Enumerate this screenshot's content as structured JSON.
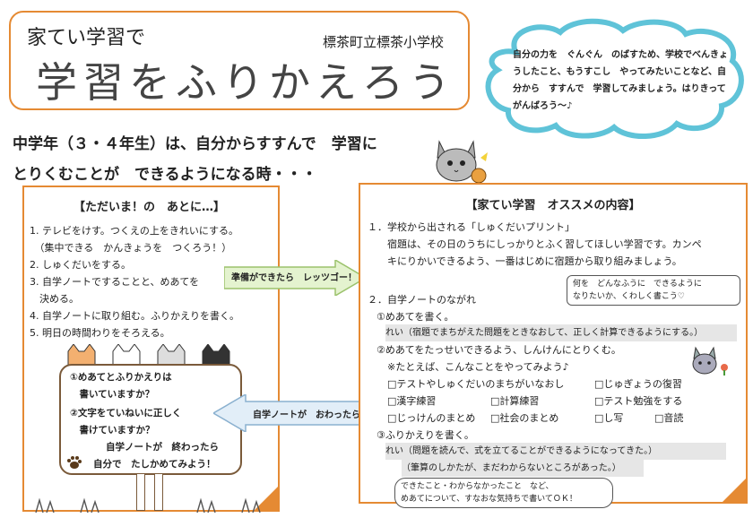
{
  "title": {
    "sub": "家てい学習で",
    "school": "標茶町立標茶小学校",
    "main": "学習をふりかえろう"
  },
  "cloud_text": "自分の力を　ぐんぐん　のばすため、学校でべんきょうしたこと、もうすこし　やってみたいことなど、自分から　すすんで　学習してみましょう。はりきって　がんばろう～♪",
  "headline": {
    "line1": "中学年（３・４年生）は、自分からすすんで　学習に",
    "line2": "とりくむことが　できるようになる時・・・"
  },
  "left": {
    "title": "【ただいま！の　あとに…】",
    "items": [
      "1. テレビをけす。つくえの上をきれいにする。",
      "　（集中できる　かんきょうを　つくろう！）",
      "2. しゅくだいをする。",
      "3. 自学ノートですることと、めあてを",
      "　決める。",
      "4. 自学ノートに取り組む。ふりかえりを書く。",
      "5. 明日の時間わりをそろえる。"
    ],
    "sign": [
      "①めあてとふりかえりは",
      "　書いていますか？",
      "②文字をていねいに正しく",
      "　書けていますか？",
      "自学ノートが　終わったら",
      "自分で　たしかめてみよう！"
    ]
  },
  "arrows": {
    "to_right": "準備ができたら　レッツゴー！",
    "to_left": "自学ノートが　おわったら…"
  },
  "right": {
    "title": "【家てい学習　オススメの内容】",
    "s1_head": "１．学校から出される「しゅくだいプリント」",
    "s1_body1": "宿題は、その日のうちにしっかりとふく習してほしい学習です。カンペ",
    "s1_body2": "キにりかいできるよう、一番はじめに宿題から取り組みましょう。",
    "callout1a": "何を　どんなふうに　できるように",
    "callout1b": "なりたいか、くわしく書こう♡",
    "s2_head": "２．自学ノートのながれ",
    "s2_step1": "①めあてを書く。",
    "s2_ex1": "れい（宿題でまちがえた問題をときなおして、正しく計算できるようにする。）",
    "s2_step2": "②めあてをたっせいできるよう、しんけんにとりくむ。",
    "s2_note": "※たとえば、こんなことをやってみよう♪",
    "checks": [
      [
        "□テストやしゅくだいのまちがいなおし",
        "□じゅぎょうの復習"
      ],
      [
        "□漢字練習",
        "□計算練習",
        "□テスト勉強をする"
      ],
      [
        "□じっけんのまとめ",
        "□社会のまとめ",
        "□し写",
        "□音読"
      ]
    ],
    "s2_step3": "③ふりかえりを書く。",
    "s2_ex3a": "れい（問題を読んで、式を立てることができるようになってきた。）",
    "s2_ex3b": "（筆算のしかたが、まだわからないところがあった。）",
    "callout2a": "できたこと・わからなかったこと　など、",
    "callout2b": "めあてについて、すなおな気持ちで書いてＯＫ！"
  }
}
